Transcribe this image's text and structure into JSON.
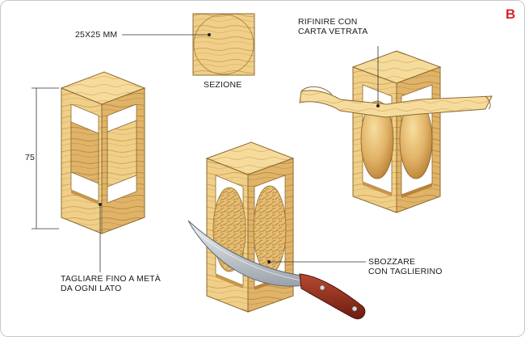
{
  "figure": {
    "badge": "B",
    "badge_color": "#d9262b",
    "labels": {
      "section_size": "25X25 MM",
      "section_caption": "SEZIONE",
      "height_dim": "75",
      "cut_note_line1": "TAGLIARE FINO A METÀ",
      "cut_note_line2": "DA OGNI LATO",
      "rough_note_line1": "SBOZZARE",
      "rough_note_line2": "CON TAGLIERINO",
      "sand_note_line1": "RIFINIRE CON",
      "sand_note_line2": "CARTA VETRATA"
    }
  },
  "colors": {
    "wood_light": "#f2d58e",
    "wood_mid": "#e2b866",
    "wood_dark": "#c9964a",
    "grain": "#b98a3e",
    "blade": "#c9ced4",
    "handle": "#8c2a1c",
    "leader": "#333333"
  }
}
